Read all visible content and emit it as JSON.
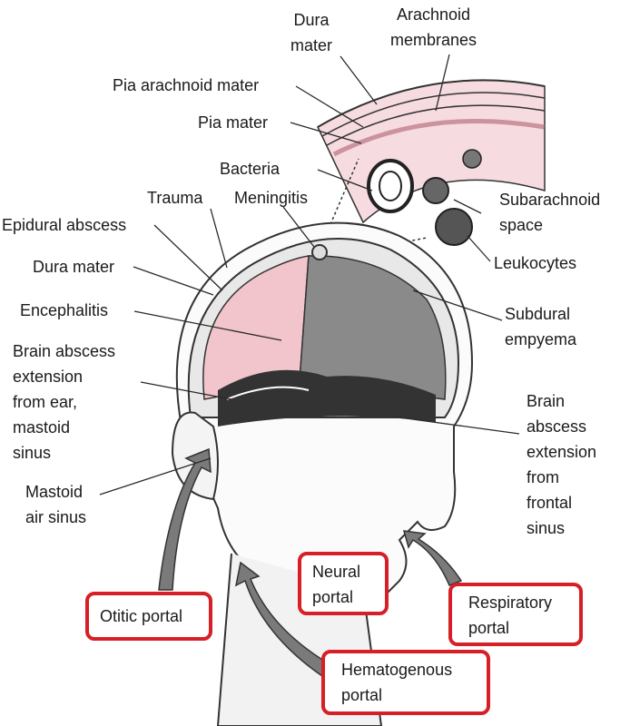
{
  "labels": {
    "dura_mater_top": "Dura\nmater",
    "arachnoid_membranes": "Arachnoid\nmembranes",
    "pia_arachnoid_mater": "Pia arachnoid mater",
    "pia_mater": "Pia mater",
    "bacteria": "Bacteria",
    "trauma": "Trauma",
    "meningitis": "Meningitis",
    "subarachnoid_space": "Subarachnoid\nspace",
    "epidural_abscess": "Epidural abscess",
    "leukocytes": "Leukocytes",
    "dura_mater_left": "Dura mater",
    "encephalitis": "Encephalitis",
    "subdural_empyema": "Subdural\nempyema",
    "brain_abscess_ear": "Brain abscess\nextension\nfrom ear,\nmastoid\nsinus",
    "brain_abscess_frontal": "Brain\nabscess\nextension\nfrom\nfrontal\nsinus",
    "mastoid_air_sinus": "Mastoid\nair sinus"
  },
  "portals": {
    "otitic": "Otitic portal",
    "neural": "Neural\nportal",
    "respiratory": "Respiratory\nportal",
    "hematogenous": "Hematogenous\nportal"
  },
  "colors": {
    "box_border": "#d61f26",
    "pink_tissue": "#f2c4cc",
    "gray_tissue": "#8a8a8a",
    "line": "#2a2a2a"
  }
}
